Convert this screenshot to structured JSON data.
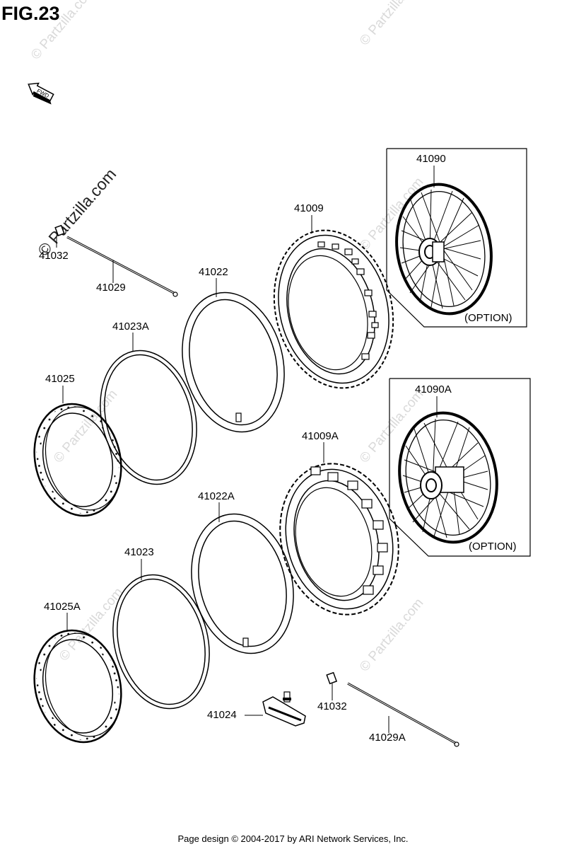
{
  "figure": {
    "title": "FIG.23",
    "direction_label": "FWD"
  },
  "watermark": {
    "text": "© Partzilla.com"
  },
  "option_label": "(OPTION)",
  "parts": {
    "p41090": "41090",
    "p41009": "41009",
    "p41032_top": "41032",
    "p41029": "41029",
    "p41022": "41022",
    "p41023A": "41023A",
    "p41025": "41025",
    "p41090A": "41090A",
    "p41009A": "41009A",
    "p41022A": "41022A",
    "p41023": "41023",
    "p41025A": "41025A",
    "p41024": "41024",
    "p41032_bottom": "41032",
    "p41029A": "41029A"
  },
  "footer": "Page design © 2004-2017 by ARI Network Services, Inc."
}
